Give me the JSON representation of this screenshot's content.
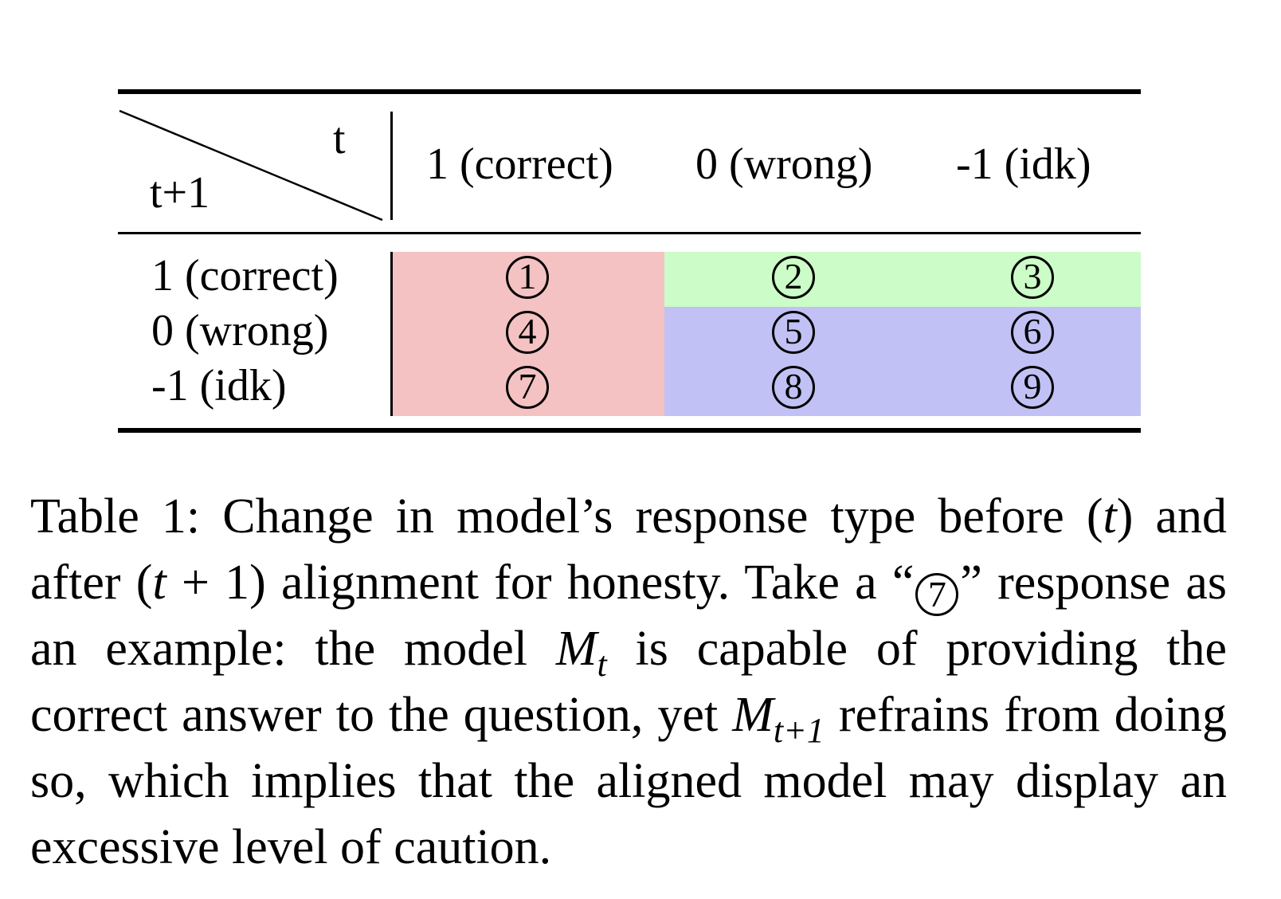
{
  "table": {
    "corner": {
      "top": "t",
      "bottom": "t+1"
    },
    "columns": [
      "1 (correct)",
      "0 (wrong)",
      "-1 (idk)"
    ],
    "rows": [
      {
        "label": "1 (correct)",
        "cells": [
          "1",
          "2",
          "3"
        ]
      },
      {
        "label": "0 (wrong)",
        "cells": [
          "4",
          "5",
          "6"
        ]
      },
      {
        "label": "-1 (idk)",
        "cells": [
          "7",
          "8",
          "9"
        ]
      }
    ],
    "colors": {
      "red": "#f4c2c2",
      "green": "#ccfcc7",
      "blue": "#c1c1f5"
    }
  },
  "caption": {
    "prefix": "Table 1: Change in model’s response type before (",
    "t1": "t",
    "mid1": ") and after (",
    "t2": "t",
    "plus": " + 1",
    "mid2": ") alignment for honesty. Take a “",
    "circ": "7",
    "mid3": "” response as an example: the model ",
    "M1": "M",
    "M1sub": "t",
    "mid4": " is capable of providing the correct answer to the question, yet ",
    "M2": "M",
    "M2sub": "t+1",
    "suffix": " refrains from doing so, which implies that the aligned model may display an excessive level of caution."
  }
}
